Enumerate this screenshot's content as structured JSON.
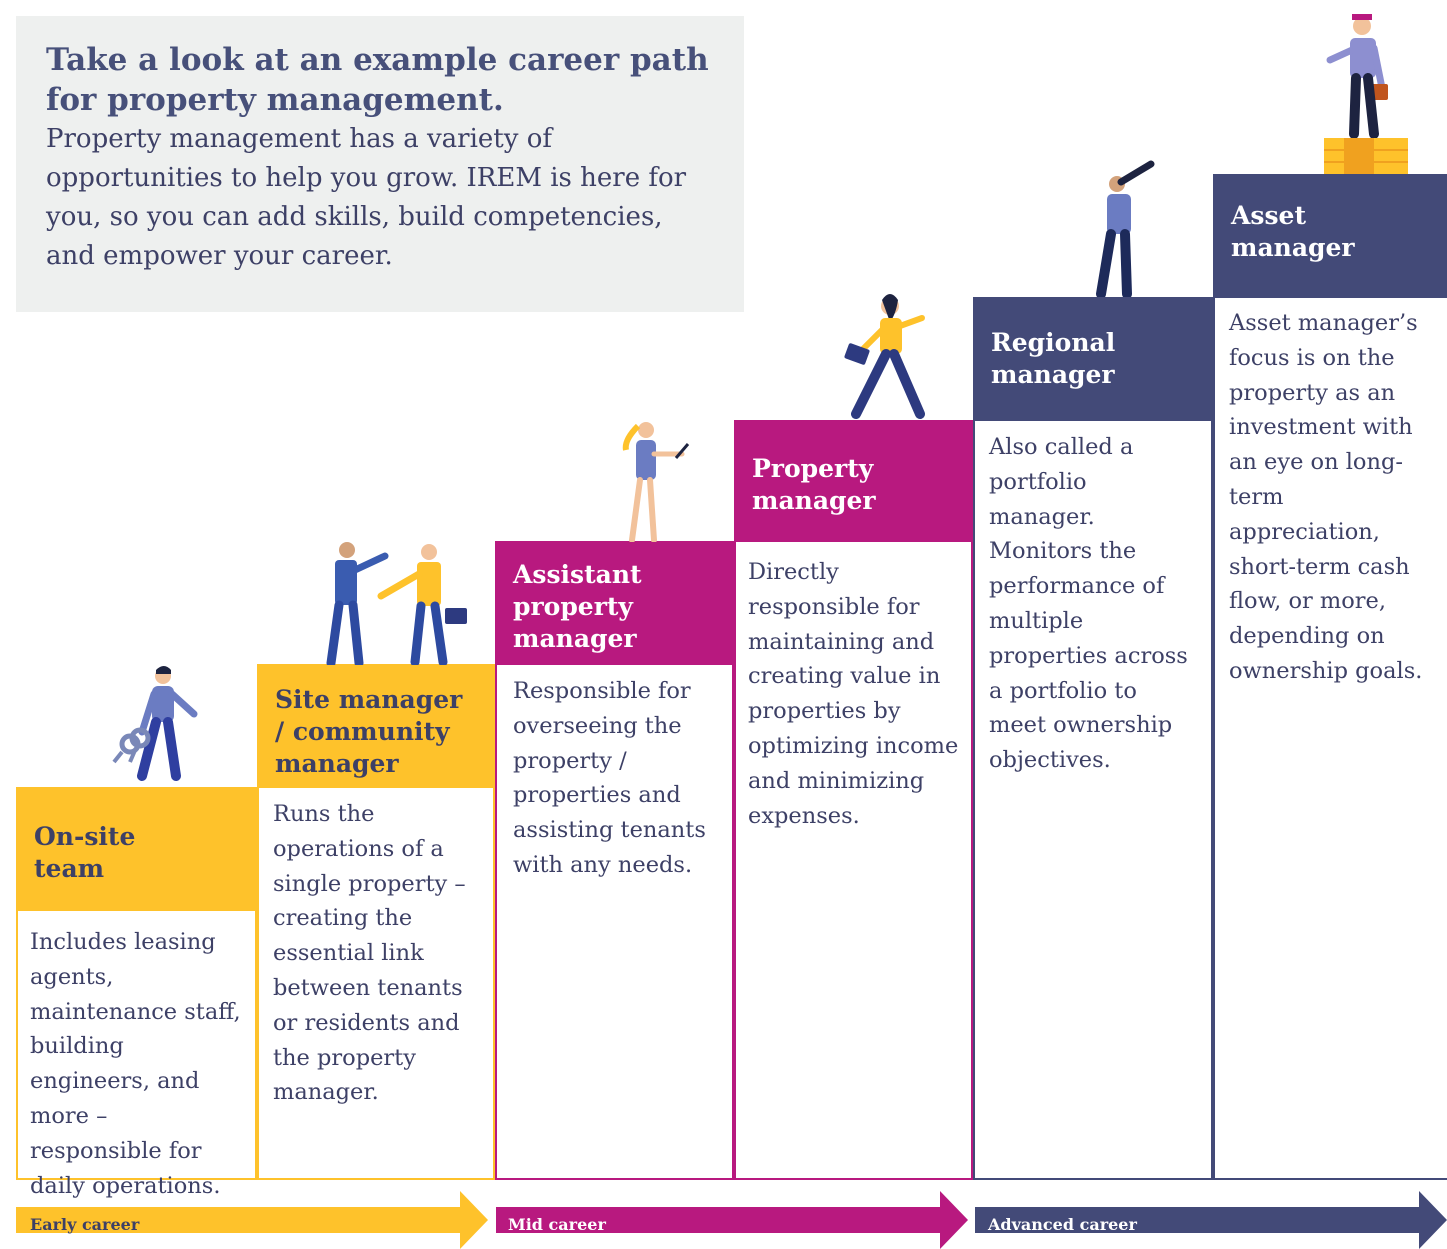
{
  "intro": {
    "title": "Take a look at an example career path for property management.",
    "body": "Property management has a variety of opportunities to help you grow. IREM is here for you, so you can add skills, build competencies, and empower your career."
  },
  "steps": [
    {
      "title": "On-site team",
      "description": "Includes leasing agents, maintenance staff, building engineers, and more – responsible for daily operations.",
      "color": "#fec22b"
    },
    {
      "title": "Site manager / community manager",
      "description": "Runs the operations of a single property – creating the essential link between tenants or residents and the property manager.",
      "color": "#fec22b"
    },
    {
      "title": "Assistant property manager",
      "description": "Responsible for overseeing the property / properties and assisting tenants with any needs.",
      "color": "#b8197f"
    },
    {
      "title": "Property manager",
      "description": "Directly responsible for maintaining and creating value in properties by optimizing income and minimizing expenses.",
      "color": "#b8197f"
    },
    {
      "title": "Regional manager",
      "description": "Also called a portfolio manager. Monitors the performance of multiple properties across a portfolio to meet ownership objectives.",
      "color": "#434a78"
    },
    {
      "title": "Asset manager",
      "description": "Asset manager’s focus is on the property as an investment with an eye on long-term appreciation, short-term cash flow, or more, depending on ownership goals.",
      "color": "#434a78"
    }
  ],
  "stages": [
    {
      "label": "Early career",
      "color": "#fec22b"
    },
    {
      "label": "Mid career",
      "color": "#b8197f"
    },
    {
      "label": "Advanced career",
      "color": "#434a78"
    }
  ],
  "illustrations": [
    "person-with-keys-icon",
    "handshake-icon",
    "woman-with-laptop-icon",
    "woman-with-briefcase-icon",
    "man-with-telescope-icon",
    "man-on-gold-bars-icon"
  ]
}
